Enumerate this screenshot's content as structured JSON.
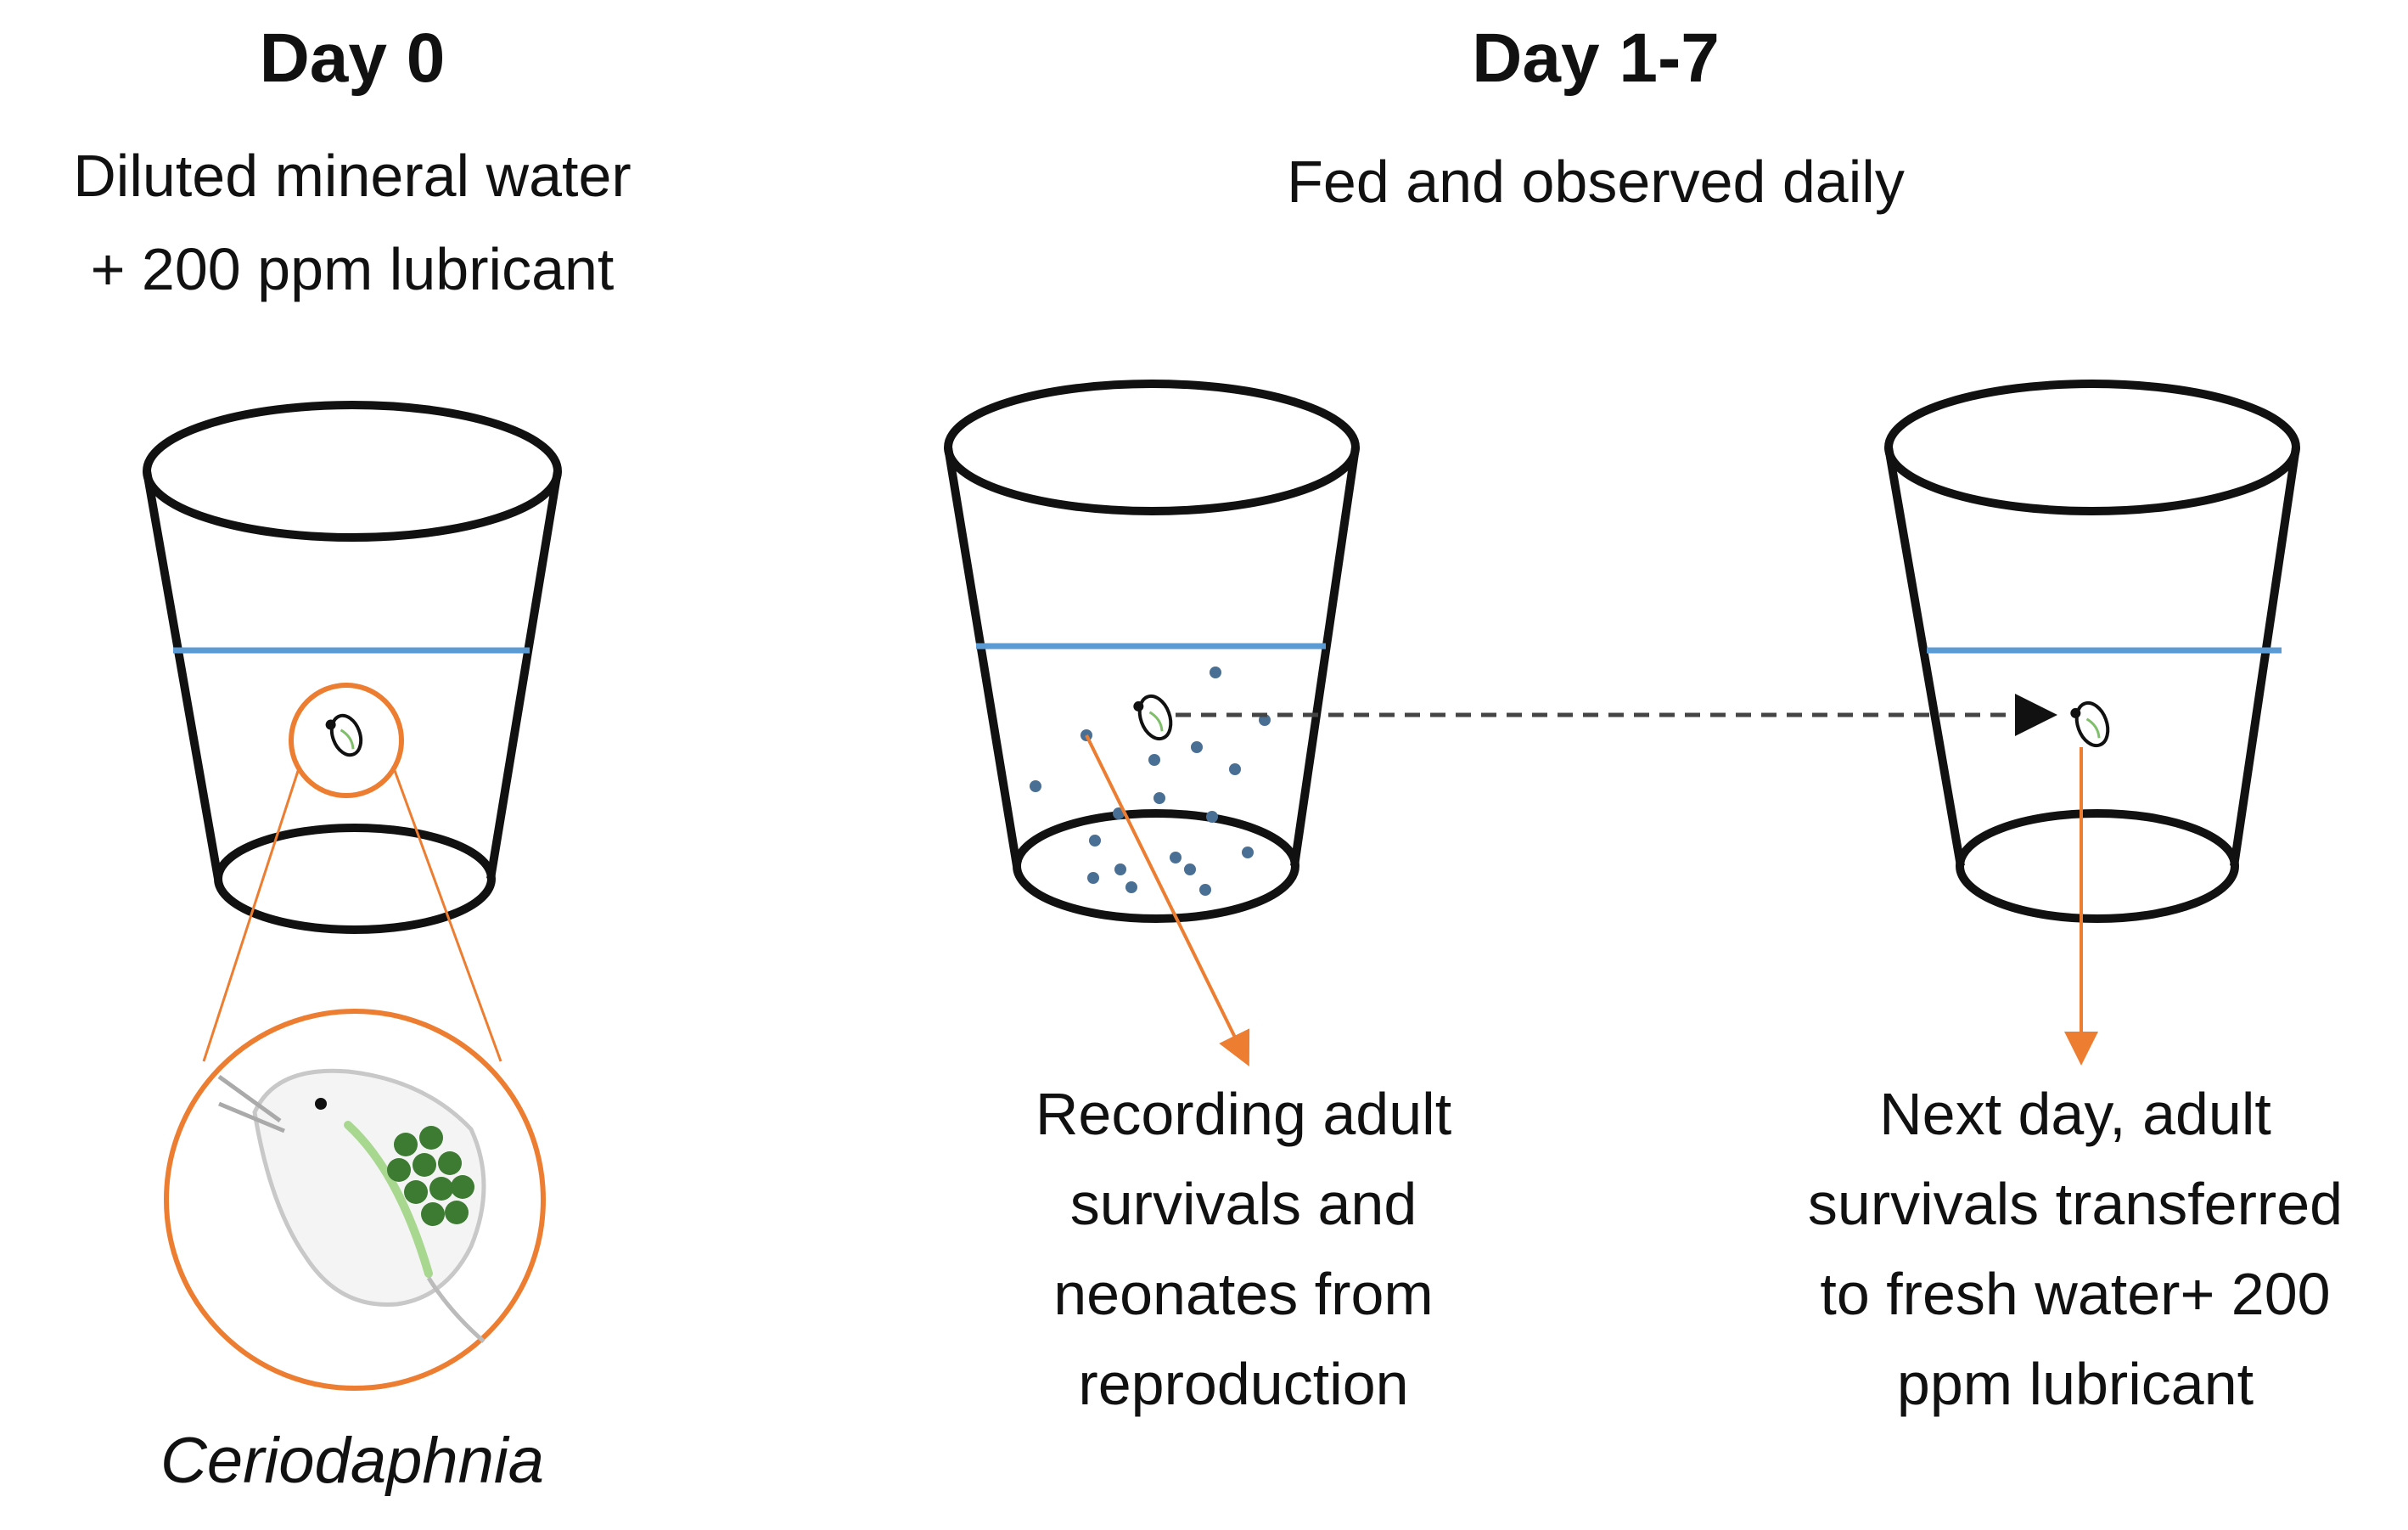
{
  "stage1": {
    "title": "Day 0",
    "subtitle_line1": "Diluted mineral water",
    "subtitle_line2": "+ 200 ppm lubricant",
    "organism": "Ceriodaphnia"
  },
  "stage2": {
    "title": "Day 1-7",
    "subtitle": "Fed and observed daily",
    "caption_left": [
      "Recording adult",
      "survivals and",
      "neonates from",
      "reproduction"
    ],
    "caption_right": [
      "Next day, adult",
      "survivals transferred",
      "to fresh water+ 200",
      "ppm lubricant"
    ]
  },
  "colors": {
    "outline": "#111111",
    "water_line": "#5b9bd5",
    "highlight": "#ed7d31",
    "neonate_dots": "#4a6f95",
    "eggs": "#3d7a32",
    "gut": "#a8d890",
    "arrow_dashed": "#444444"
  },
  "icons": [
    "cup-icon",
    "daphnia-icon",
    "magnifier-circle-icon",
    "neonate-dots",
    "transfer-arrow-icon"
  ]
}
